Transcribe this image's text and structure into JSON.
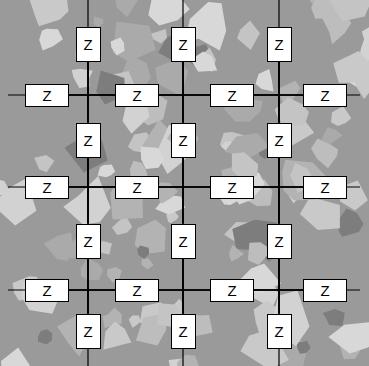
{
  "diagram": {
    "nodes": [
      {
        "text": [
          "Z"
        ]
      },
      {
        "text": [
          "Z"
        ]
      },
      {
        "text": [
          "Z"
        ]
      },
      {
        "text": [
          "Z"
        ]
      },
      {
        "text": [
          "Z"
        ]
      },
      {
        "text": [
          "Z"
        ]
      },
      {
        "text": [
          "Z"
        ]
      },
      {
        "text": [
          "Z"
        ]
      },
      {
        "text": [
          "Z"
        ]
      },
      {
        "text": [
          "Z"
        ]
      },
      {
        "text": [
          "Z"
        ]
      },
      {
        "text": [
          "Z"
        ]
      },
      {
        "text": [
          "Z"
        ]
      },
      {
        "text": [
          "Z"
        ]
      },
      {
        "text": [
          "Z"
        ]
      },
      {
        "text": [
          "Z"
        ]
      },
      {
        "text": [
          "Z"
        ]
      },
      {
        "text": [
          "Z"
        ]
      },
      {
        "text": [
          "Z"
        ]
      },
      {
        "text": [
          "Z"
        ]
      },
      {
        "text": [
          "Z"
        ]
      },
      {
        "text": [
          "Z"
        ]
      },
      {
        "text": [
          "Z"
        ]
      },
      {
        "text": [
          "Z"
        ]
      }
    ],
    "edges": [
      {
        "from": 0,
        "to": 7,
        "arrow": "none"
      },
      {
        "from": 0,
        "to": 3,
        "arrow": "none"
      },
      {
        "from": 0,
        "to": 4,
        "arrow": "none"
      },
      {
        "from": 3,
        "to": 7,
        "arrow": "none"
      },
      {
        "from": 4,
        "to": 7,
        "arrow": "none"
      },
      {
        "from": 3,
        "to": 4,
        "arrow": "none"
      },
      {
        "from": 1,
        "to": 8,
        "arrow": "none"
      },
      {
        "from": 1,
        "to": 4,
        "arrow": "none"
      },
      {
        "from": 1,
        "to": 5,
        "arrow": "none"
      },
      {
        "from": 4,
        "to": 8,
        "arrow": "none"
      },
      {
        "from": 5,
        "to": 8,
        "arrow": "none"
      },
      {
        "from": 4,
        "to": 5,
        "arrow": "none"
      },
      {
        "from": 2,
        "to": 9,
        "arrow": "none"
      },
      {
        "from": 2,
        "to": 5,
        "arrow": "none"
      },
      {
        "from": 2,
        "to": 6,
        "arrow": "none"
      },
      {
        "from": 5,
        "to": 9,
        "arrow": "none"
      },
      {
        "from": 6,
        "to": 9,
        "arrow": "none"
      },
      {
        "from": 5,
        "to": 6,
        "arrow": "none"
      },
      {
        "from": 7,
        "to": 14,
        "arrow": "none"
      },
      {
        "from": 7,
        "to": 10,
        "arrow": "none"
      },
      {
        "from": 7,
        "to": 11,
        "arrow": "none"
      },
      {
        "from": 10,
        "to": 14,
        "arrow": "none"
      },
      {
        "from": 11,
        "to": 14,
        "arrow": "none"
      },
      {
        "from": 10,
        "to": 11,
        "arrow": "none"
      },
      {
        "from": 8,
        "to": 15,
        "arrow": "none"
      },
      {
        "from": 8,
        "to": 11,
        "arrow": "none"
      },
      {
        "from": 8,
        "to": 12,
        "arrow": "none"
      },
      {
        "from": 11,
        "to": 15,
        "arrow": "none"
      },
      {
        "from": 12,
        "to": 15,
        "arrow": "none"
      },
      {
        "from": 11,
        "to": 12,
        "arrow": "none"
      },
      {
        "from": 9,
        "to": 16,
        "arrow": "none"
      },
      {
        "from": 9,
        "to": 12,
        "arrow": "none"
      },
      {
        "from": 9,
        "to": 13,
        "arrow": "none"
      },
      {
        "from": 12,
        "to": 16,
        "arrow": "none"
      },
      {
        "from": 13,
        "to": 16,
        "arrow": "none"
      },
      {
        "from": 12,
        "to": 13,
        "arrow": "none"
      },
      {
        "from": 14,
        "to": 21,
        "arrow": "none"
      },
      {
        "from": 14,
        "to": 17,
        "arrow": "none"
      },
      {
        "from": 14,
        "to": 18,
        "arrow": "none"
      },
      {
        "from": 17,
        "to": 21,
        "arrow": "none"
      },
      {
        "from": 18,
        "to": 21,
        "arrow": "none"
      },
      {
        "from": 17,
        "to": 18,
        "arrow": "none"
      },
      {
        "from": 15,
        "to": 22,
        "arrow": "none"
      },
      {
        "from": 15,
        "to": 18,
        "arrow": "none"
      },
      {
        "from": 15,
        "to": 19,
        "arrow": "none"
      },
      {
        "from": 18,
        "to": 22,
        "arrow": "none"
      },
      {
        "from": 19,
        "to": 22,
        "arrow": "none"
      },
      {
        "from": 18,
        "to": 19,
        "arrow": "none"
      },
      {
        "from": 16,
        "to": 23,
        "arrow": "none"
      },
      {
        "from": 16,
        "to": 19,
        "arrow": "none"
      },
      {
        "from": 16,
        "to": 20,
        "arrow": "none"
      },
      {
        "from": 19,
        "to": 23,
        "arrow": "none"
      },
      {
        "from": 20,
        "to": 23,
        "arrow": "none"
      },
      {
        "from": 19,
        "to": 20,
        "arrow": "none"
      }
    ]
  }
}
